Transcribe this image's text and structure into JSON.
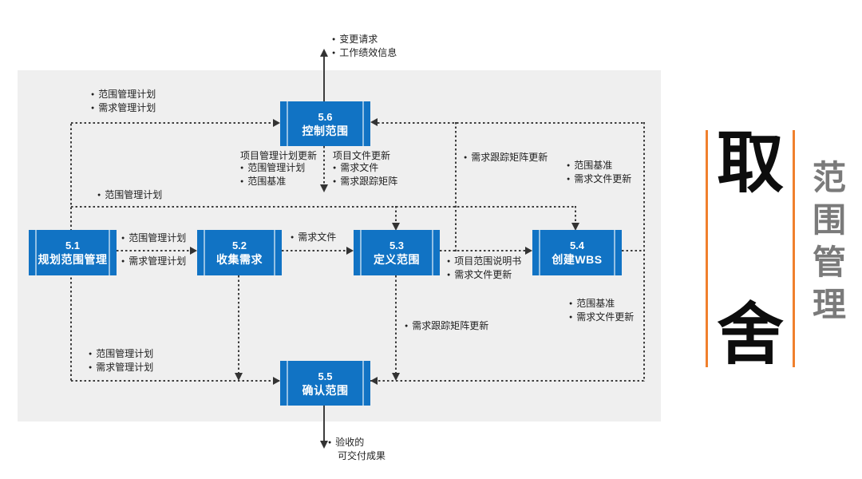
{
  "nodes": [
    {
      "number": "5.1",
      "name": "规划范围管理"
    },
    {
      "number": "5.2",
      "name": "收集需求"
    },
    {
      "number": "5.3",
      "name": "定义范围"
    },
    {
      "number": "5.4",
      "name": "创建WBS"
    },
    {
      "number": "5.5",
      "name": "确认范围"
    },
    {
      "number": "5.6",
      "name": "控制范围"
    }
  ],
  "labels": {
    "top_outputs": [
      "变更请求",
      "工作绩效信息"
    ],
    "plan_inputs_top": [
      "范围管理计划",
      "需求管理计划"
    ],
    "pm_plan_updates": {
      "heading": "项目管理计划更新",
      "items": [
        "范围管理计划",
        "范围基准"
      ]
    },
    "doc_updates": {
      "heading": "项目文件更新",
      "items": [
        "需求文件",
        "需求跟踪矩阵"
      ]
    },
    "traceability_update_top": "需求跟踪矩阵更新",
    "baseline_updates_top": [
      "范围基准",
      "需求文件更新"
    ],
    "scope_plan_mid": "范围管理计划",
    "plan_to_collect_top": "范围管理计划",
    "plan_to_collect_bottom": "需求管理计划",
    "requirements_doc": "需求文件",
    "scope_statement_outputs": [
      "项目范围说明书",
      "需求文件更新"
    ],
    "traceability_update_bottom": "需求跟踪矩阵更新",
    "baseline_updates_bottom": [
      "范围基准",
      "需求文件更新"
    ],
    "plan_inputs_bottom": [
      "范围管理计划",
      "需求管理计划"
    ],
    "accepted_deliverables_line1": "验收的",
    "accepted_deliverables_line2": "可交付成果"
  },
  "side_panel": {
    "big_text_top": "取",
    "big_text_bottom": "舍",
    "vertical_title": "范围管理"
  },
  "colors": {
    "node_blue": "#1173C4",
    "accent_orange": "#F0802D",
    "panel_gray": "#EFEFEF",
    "line_dark": "#3D3D3D",
    "side_title_gray": "#7A7A7A"
  }
}
